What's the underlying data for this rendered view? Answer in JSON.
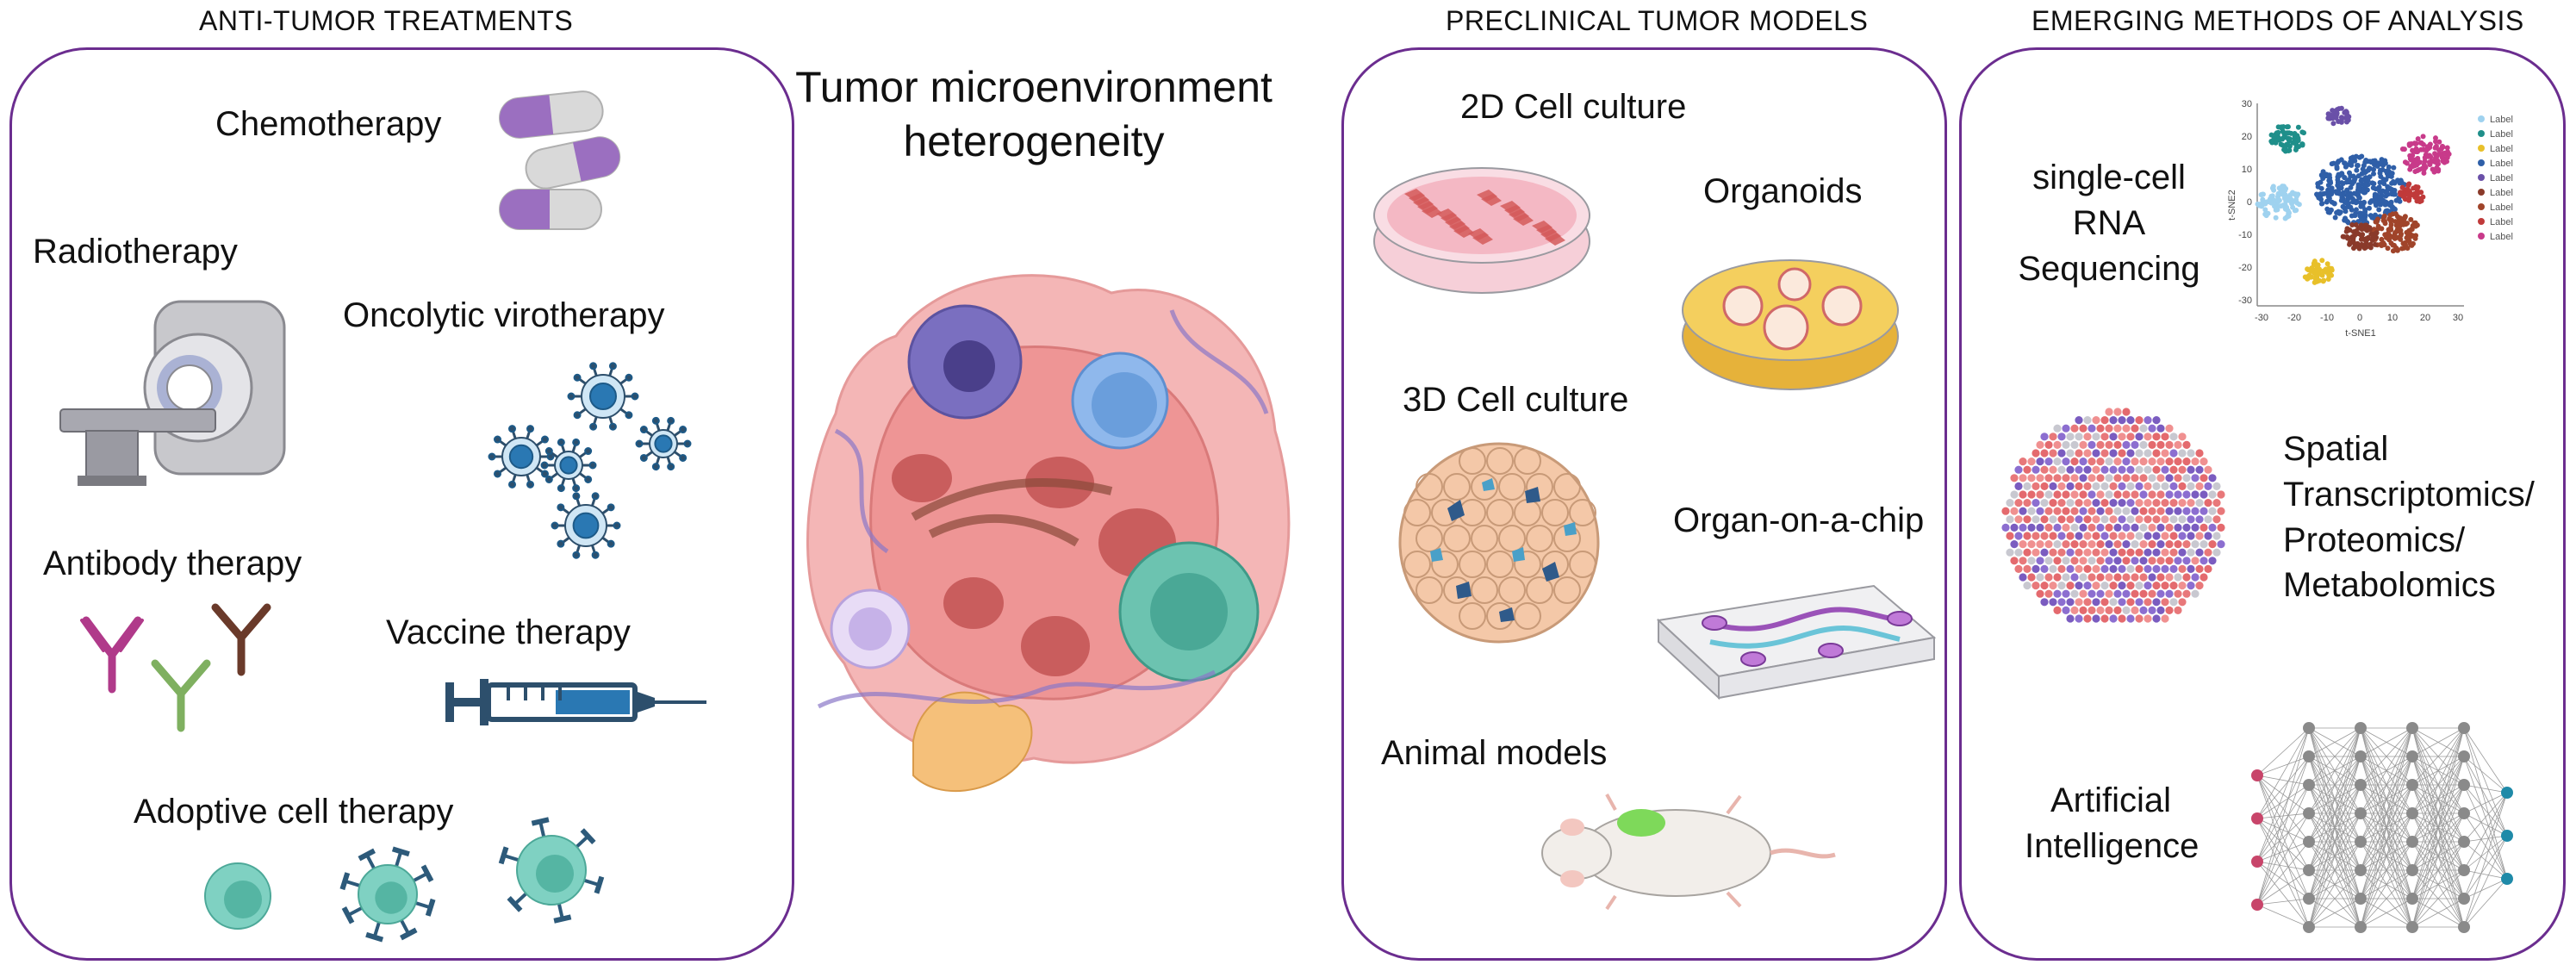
{
  "headers": {
    "anti_tumor": "ANTI-TUMOR TREATMENTS",
    "preclinical": "PRECLINICAL TUMOR MODELS",
    "emerging": "EMERGING METHODS OF ANALYSIS"
  },
  "treatments": {
    "chemotherapy": "Chemotherapy",
    "radiotherapy": "Radiotherapy",
    "oncolytic": "Oncolytic virotherapy",
    "antibody": "Antibody therapy",
    "vaccine": "Vaccine therapy",
    "adoptive": "Adoptive cell therapy"
  },
  "center": {
    "title_line1": "Tumor microenvironment",
    "title_line2": "heterogeneity"
  },
  "models": {
    "cell2d": "2D Cell culture",
    "organoids": "Organoids",
    "cell3d": "3D Cell culture",
    "organ_chip": "Organ-on-a-chip",
    "animal": "Animal models"
  },
  "methods": {
    "scrna_line1": "single-cell",
    "scrna_line2": "RNA",
    "scrna_line3": "Sequencing",
    "spatial_line1": "Spatial",
    "spatial_line2": "Transcriptomics/",
    "spatial_line3": "Proteomics/",
    "spatial_line4": "Metabolomics",
    "ai_line1": "Artificial",
    "ai_line2": "Intelligence"
  },
  "tsne_plot": {
    "xlabel": "t-SNE1",
    "ylabel": "t-SNE2",
    "x_ticks": [
      "-30",
      "-20",
      "-10",
      "0",
      "10",
      "20",
      "30"
    ],
    "y_ticks": [
      "30",
      "20",
      "10",
      "0",
      "-10",
      "-20",
      "-30"
    ],
    "legend": [
      "Label",
      "Label",
      "Label",
      "Label",
      "Label",
      "Label",
      "Label",
      "Label",
      "Label"
    ],
    "legend_colors": [
      "#9fd2ef",
      "#1f8f8a",
      "#e8c02a",
      "#2f5fa8",
      "#6a50a8",
      "#8a3a2a",
      "#a0442a",
      "#c03a3a",
      "#c83a8a"
    ]
  },
  "colors": {
    "panel_border": "#6b2d8f",
    "pill_purple": "#9b6fc0",
    "virus_blue": "#2a78b3",
    "tumor_pink": "#e88a8a"
  }
}
